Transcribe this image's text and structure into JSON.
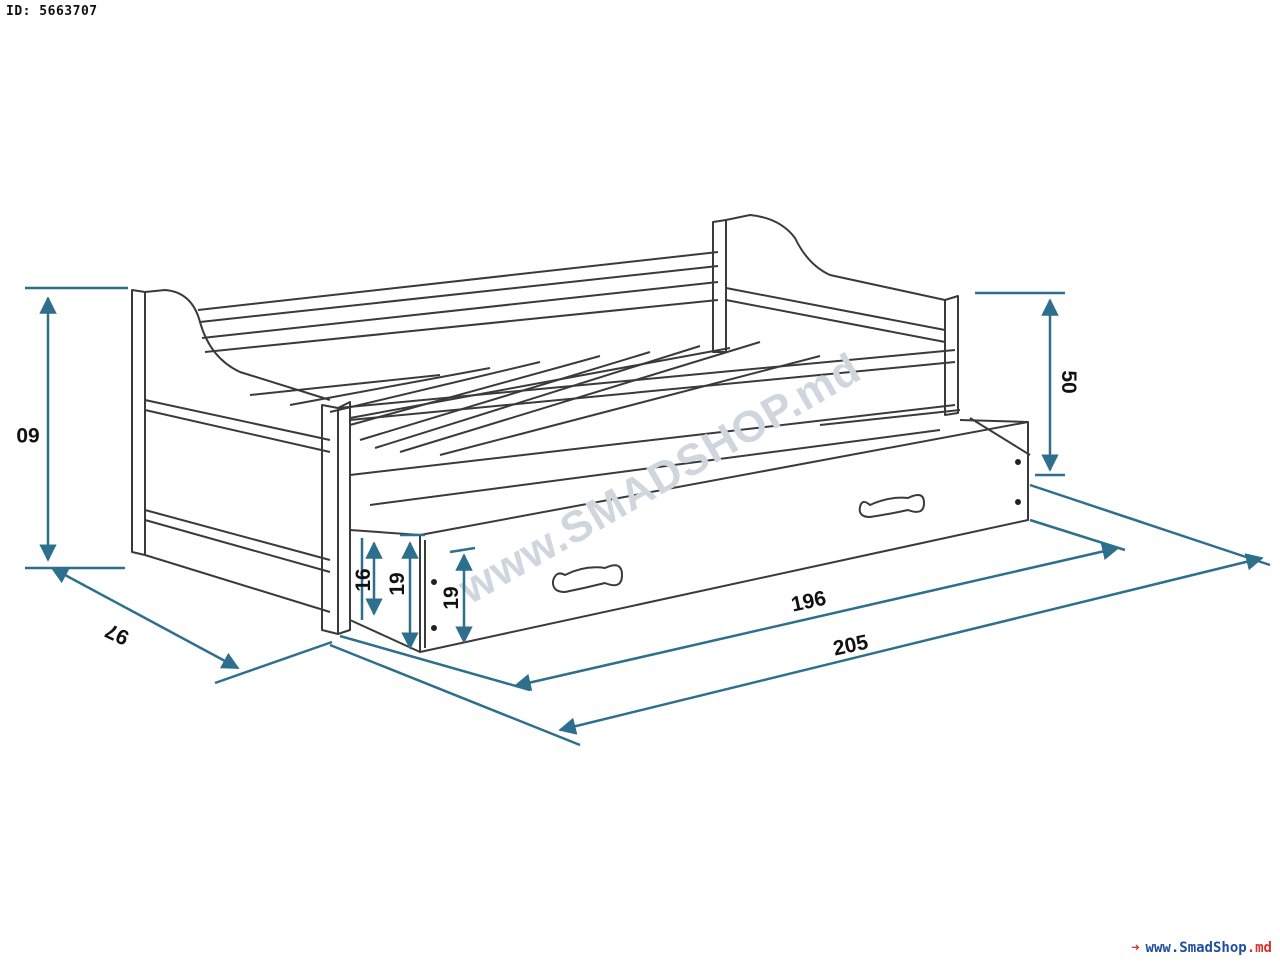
{
  "header": {
    "id_label": "ID: 5663707"
  },
  "watermark": {
    "text": "www.SMADSHOP.md"
  },
  "dimensions": {
    "height_total": "60",
    "height_back": "50",
    "depth": "97",
    "length_inner": "196",
    "length_total": "205",
    "drawer_depth": "16",
    "drawer_height": "19",
    "drawer_front": "19"
  },
  "footer": {
    "arrow": "➜",
    "www": "www.",
    "brand": "SmadShop",
    "tld": ".md"
  },
  "colors": {
    "dimension_line": "#2e6f8e",
    "outline": "#3a3a3a",
    "watermark": "#cfd6de"
  }
}
